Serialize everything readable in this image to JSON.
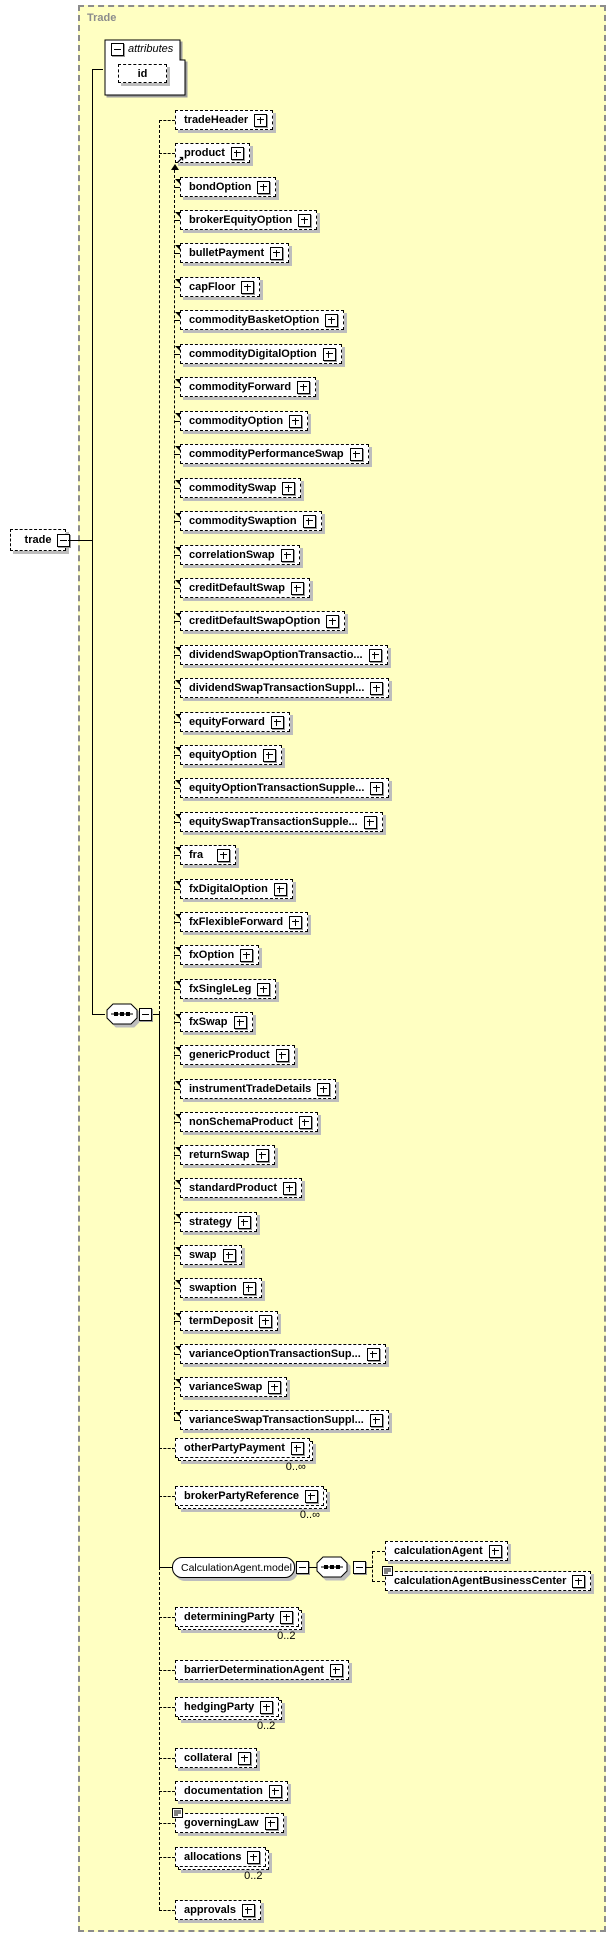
{
  "container": {
    "label": "Trade"
  },
  "root_element": {
    "label": "trade"
  },
  "attributes_box": {
    "label": "attributes",
    "attributes": [
      {
        "label": "id"
      }
    ]
  },
  "icons": {
    "substitution_arrow": "↗"
  },
  "colors": {
    "container_bg": "#ffffc2",
    "container_border": "#8c8c8c",
    "box_shadow": "#bdbdbd",
    "box_bg": "#ffffff",
    "line": "#000000"
  },
  "level1_before": [
    {
      "label": "tradeHeader"
    }
  ],
  "product_group": {
    "head": {
      "label": "product"
    },
    "members": [
      {
        "label": "bondOption"
      },
      {
        "label": "brokerEquityOption"
      },
      {
        "label": "bulletPayment"
      },
      {
        "label": "capFloor"
      },
      {
        "label": "commodityBasketOption"
      },
      {
        "label": "commodityDigitalOption"
      },
      {
        "label": "commodityForward"
      },
      {
        "label": "commodityOption"
      },
      {
        "label": "commodityPerformanceSwap"
      },
      {
        "label": "commoditySwap"
      },
      {
        "label": "commoditySwaption"
      },
      {
        "label": "correlationSwap"
      },
      {
        "label": "creditDefaultSwap"
      },
      {
        "label": "creditDefaultSwapOption"
      },
      {
        "label": "dividendSwapOptionTransactio..."
      },
      {
        "label": "dividendSwapTransactionSuppl..."
      },
      {
        "label": "equityForward"
      },
      {
        "label": "equityOption"
      },
      {
        "label": "equityOptionTransactionSupple..."
      },
      {
        "label": "equitySwapTransactionSupple..."
      },
      {
        "label": "fra"
      },
      {
        "label": "fxDigitalOption"
      },
      {
        "label": "fxFlexibleForward"
      },
      {
        "label": "fxOption"
      },
      {
        "label": "fxSingleLeg"
      },
      {
        "label": "fxSwap"
      },
      {
        "label": "genericProduct"
      },
      {
        "label": "instrumentTradeDetails"
      },
      {
        "label": "nonSchemaProduct"
      },
      {
        "label": "returnSwap"
      },
      {
        "label": "standardProduct"
      },
      {
        "label": "strategy"
      },
      {
        "label": "swap"
      },
      {
        "label": "swaption"
      },
      {
        "label": "termDeposit"
      },
      {
        "label": "varianceOptionTransactionSup..."
      },
      {
        "label": "varianceSwap"
      },
      {
        "label": "varianceSwapTransactionSuppl..."
      }
    ]
  },
  "level1_after": [
    {
      "label": "otherPartyPayment",
      "occurs": "0..∞"
    },
    {
      "label": "brokerPartyReference",
      "occurs": "0..∞"
    },
    {
      "label": "determiningParty",
      "occurs": "0..2"
    },
    {
      "label": "barrierDeterminationAgent"
    },
    {
      "label": "hedgingParty",
      "occurs": "0..2"
    },
    {
      "label": "collateral"
    },
    {
      "label": "documentation"
    },
    {
      "label": "governingLaw"
    },
    {
      "label": "allocations",
      "occurs": "0..2"
    },
    {
      "label": "approvals"
    }
  ],
  "calculation_agent_model": {
    "label": "CalculationAgent.model",
    "children": [
      {
        "label": "calculationAgent"
      },
      {
        "label": "calculationAgentBusinessCenter"
      }
    ]
  }
}
